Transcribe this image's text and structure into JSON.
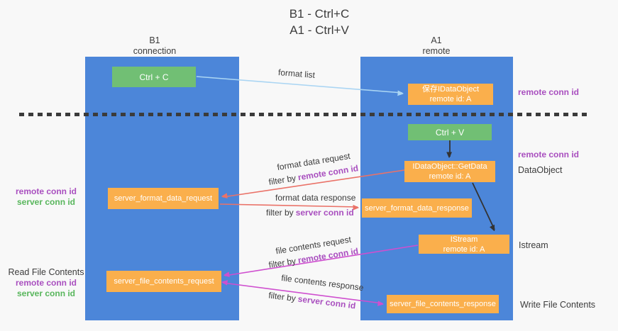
{
  "title": {
    "line1": "B1 - Ctrl+C",
    "line2": "A1 - Ctrl+V"
  },
  "columns": {
    "left": {
      "name": "B1",
      "role": "connection"
    },
    "right": {
      "name": "A1",
      "role": "remote"
    }
  },
  "nodes": {
    "ctrl_c": {
      "label": "Ctrl + C"
    },
    "ctrl_v": {
      "label": "Ctrl + V"
    },
    "save_dataobject": {
      "line1": "保存IDataObject",
      "line2": "remote id: A"
    },
    "getdata": {
      "line1": "IDataObject::GetData",
      "line2": "remote id: A"
    },
    "istream": {
      "line1": "IStream",
      "line2": "remote id: A"
    },
    "format_request": {
      "label": "server_format_data_request"
    },
    "format_response": {
      "label": "server_format_data_response"
    },
    "file_request": {
      "label": "server_file_contents_request"
    },
    "file_response": {
      "label": "server_file_contents_response"
    }
  },
  "edge_labels": {
    "format_list": "format list",
    "format_data_request": "format data request",
    "format_data_response": "format data response",
    "file_contents_request": "file contents request",
    "file_contents_response": "file contents response",
    "filter_by": "filter by",
    "remote_conn_id": "remote conn id",
    "server_conn_id": "server conn id"
  },
  "annotations": {
    "remote_conn_id": "remote conn id",
    "server_conn_id": "server conn id",
    "dataobject": "DataObject",
    "istream": "Istream",
    "read_file_contents": "Read File Contents",
    "write_file_contents": "Write File Contents"
  },
  "colors": {
    "bg": "#f8f8f8",
    "column_blue": "#4C86D9",
    "node_orange": "#FAAF4C",
    "node_green": "#71BF74",
    "arrow_lightblue": "#AAD5F3",
    "arrow_black": "#333333",
    "arrow_red": "#EA7268",
    "arrow_magenta": "#CF4FCF",
    "text_purple": "#A94FBF",
    "text_green": "#58B65C"
  }
}
